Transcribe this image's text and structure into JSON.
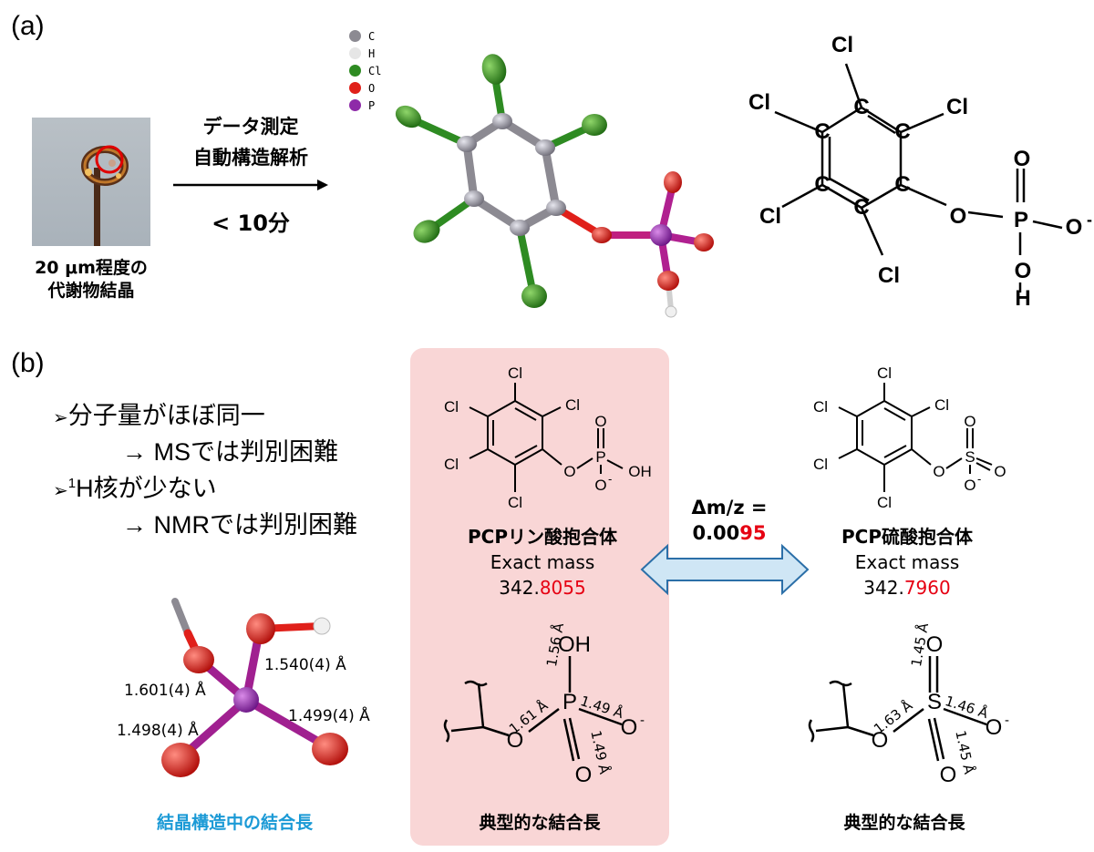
{
  "panel_a": {
    "label": "(a)",
    "crystal_caption_line1": "20 μm程度の",
    "crystal_caption_line2": "代謝物結晶",
    "process_line1": "データ測定",
    "process_line2": "自動構造解析",
    "process_time": "< 10分",
    "legend": [
      {
        "symbol": "C",
        "color": "#8c8a92"
      },
      {
        "symbol": "H",
        "color": "#e6e6e6"
      },
      {
        "symbol": "Cl",
        "color": "#2e8b22"
      },
      {
        "symbol": "O",
        "color": "#e0201a"
      },
      {
        "symbol": "P",
        "color": "#8e2aa8"
      }
    ]
  },
  "panel_b": {
    "label": "(b)",
    "bullet1": "分子量がほぼ同一",
    "bullet1_sub": "→ MSでは判別困難",
    "bullet2_sup": "1",
    "bullet2": "H核が少ない",
    "bullet2_sub": "→ NMRでは判別困難",
    "crystal_bonds": [
      "1.540(4) Å",
      "1.601(4) Å",
      "1.498(4) Å",
      "1.499(4) Å"
    ],
    "crystal_caption": "結晶構造中の結合長",
    "phosphate": {
      "name": "PCPリン酸抱合体",
      "mass_label": "Exact mass",
      "mass_prefix": "342.",
      "mass_suffix": "8055",
      "bonds": [
        "1.56 Å",
        "1.61 Å",
        "1.49 Å",
        "1.49 Å"
      ],
      "caption": "典型的な結合長"
    },
    "sulfate": {
      "name": "PCP硫酸抱合体",
      "mass_label": "Exact mass",
      "mass_prefix": "342.",
      "mass_suffix": "7960",
      "bonds": [
        "1.45 Å",
        "1.63 Å",
        "1.46 Å",
        "1.45 Å"
      ],
      "caption": "典型的な結合長"
    },
    "delta_label": "Δm/z =",
    "delta_prefix": "0.00",
    "delta_suffix": "95"
  },
  "colors": {
    "accent_red": "#e60012",
    "caption_blue": "#1b9ad6",
    "box_pink": "#f9d6d6",
    "arrow_blue": "#cfe6f5"
  }
}
